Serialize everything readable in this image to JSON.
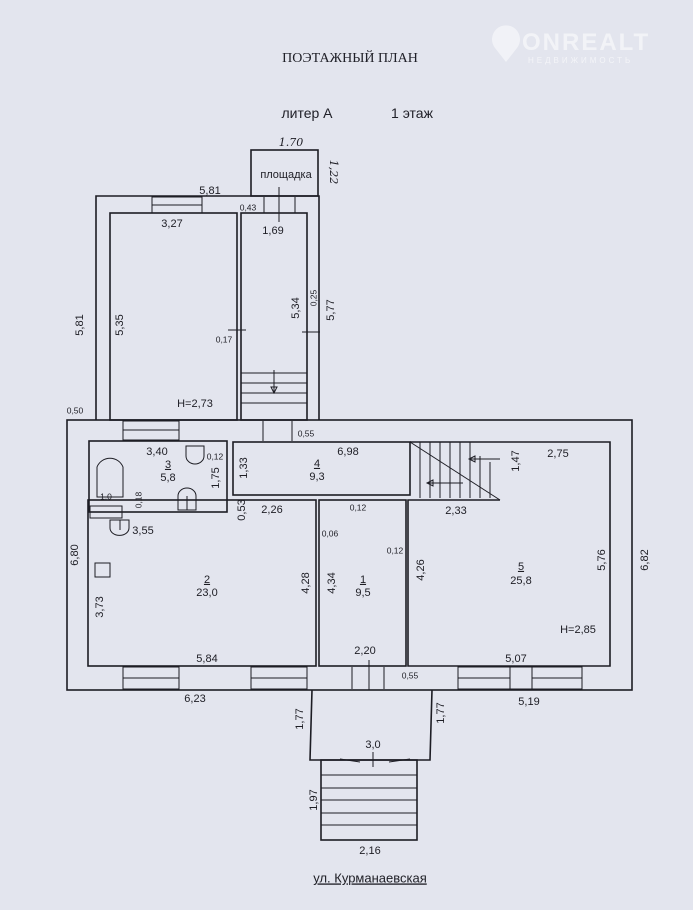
{
  "header": {
    "title": "ПОЭТАЖНЫЙ ПЛАН",
    "liter": "литер А",
    "floor": "1 этаж"
  },
  "watermark": {
    "brand": "ONREALT",
    "tagline": "НЕДВИЖИМОСТЬ"
  },
  "annex": {
    "platform_label": "площадка",
    "platform_w": "1.70",
    "platform_h": "1,22",
    "top_outer": "5,81",
    "gap_043": "0,43",
    "room_left_w": "3,27",
    "room_right_w": "1,69",
    "left_outer": "5,81",
    "room_left_h": "5,35",
    "room_right_h": "5,34",
    "wall_025": "0,25",
    "right_outer": "5,77",
    "wall_017": "0,17",
    "height": "H=2,73",
    "offset_050": "0,50"
  },
  "main": {
    "wall_055_top": "0,55",
    "room3": {
      "number": "3",
      "area": "5,8",
      "w": "3,40",
      "wall": "0,12",
      "h": "1,75",
      "bath_w": "1,0",
      "wall_018": "0,18"
    },
    "room4": {
      "number": "4",
      "area": "9,3",
      "w": "6,98",
      "h": "1,33"
    },
    "wall_053": "0,53",
    "room2": {
      "number": "2",
      "area": "23,0",
      "top_w": "2,26",
      "mid_w": "3,55",
      "h": "4,28",
      "left_h": "3,73",
      "bottom_w": "5,84"
    },
    "room1": {
      "number": "1",
      "area": "9,5",
      "h": "4,34",
      "wall_top": "0,12",
      "wall_006": "0,06",
      "wall_right": "0,12",
      "w": "2,20"
    },
    "room5": {
      "number": "5",
      "area": "25,8",
      "top_w": "2,75",
      "stair_h": "1,47",
      "stair_w": "2,33",
      "left_h": "4,26",
      "h": "5,76",
      "height": "H=2,85",
      "bottom_w": "5,07"
    },
    "wall_055_bottom": "0,55",
    "outer_left": "6,80",
    "outer_right": "6,82",
    "outer_bottom_left": "6,23",
    "outer_bottom_right": "5,19"
  },
  "porch": {
    "left": "1,77",
    "right": "1,77",
    "width": "3,0",
    "stairs_h": "1,97",
    "stairs_w": "2,16"
  },
  "street": "ул. Курманаевская"
}
